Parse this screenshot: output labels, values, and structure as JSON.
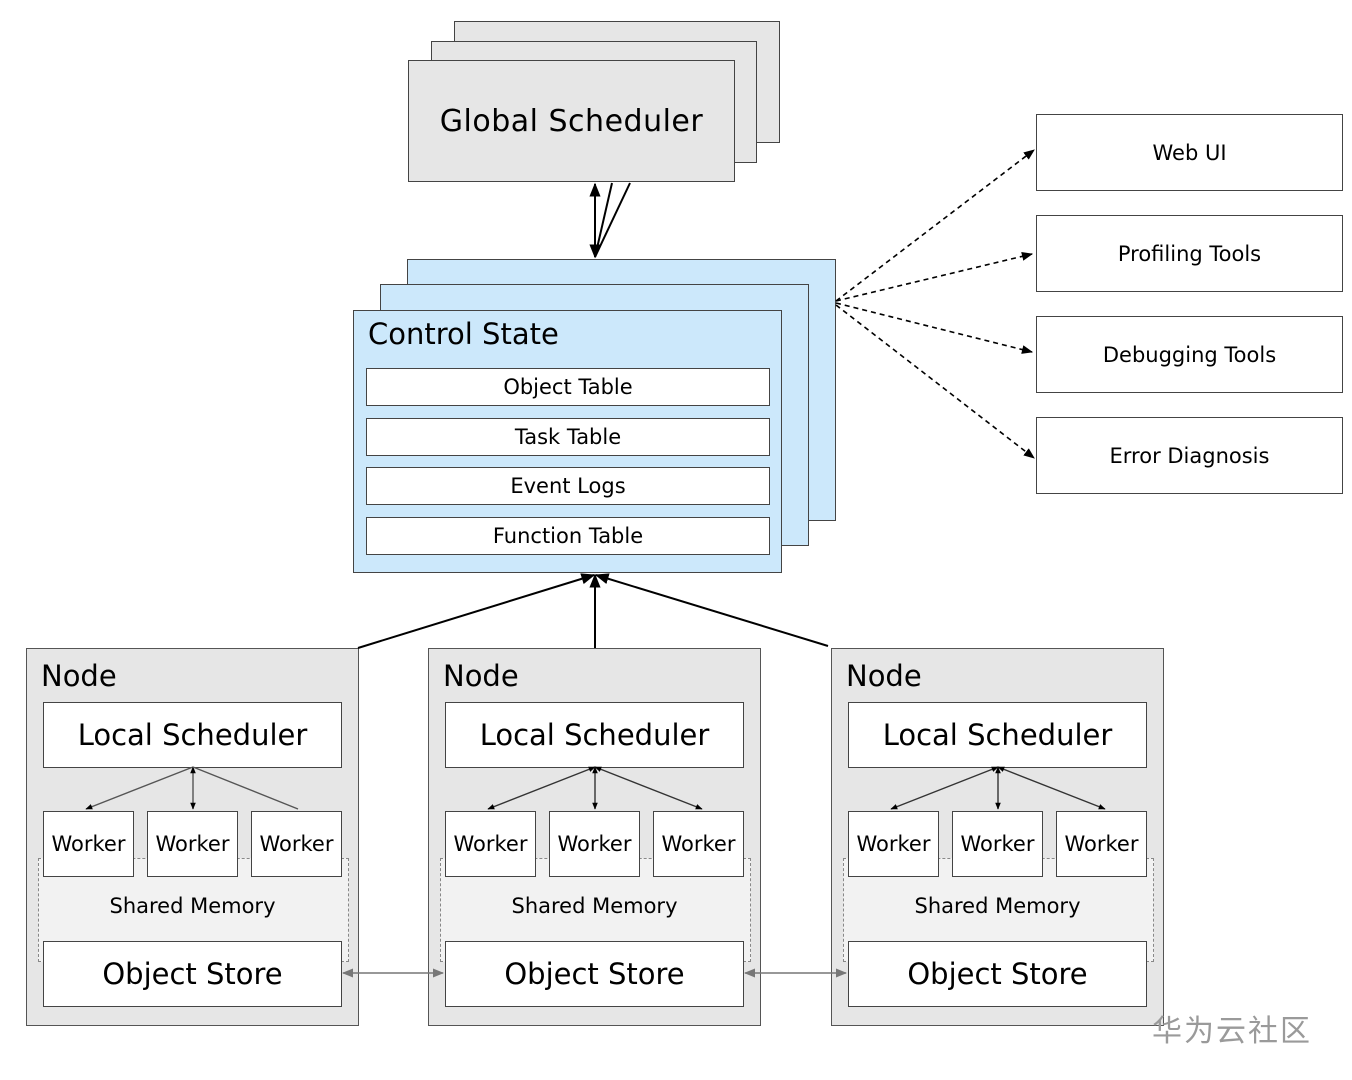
{
  "global_scheduler": {
    "label": "Global Scheduler"
  },
  "control_state": {
    "title": "Control State",
    "tables": [
      "Object Table",
      "Task Table",
      "Event Logs",
      "Function Table"
    ]
  },
  "tools": [
    "Web UI",
    "Profiling Tools",
    "Debugging Tools",
    "Error Diagnosis"
  ],
  "nodes": [
    {
      "title": "Node",
      "local_scheduler": "Local Scheduler",
      "workers": [
        "Worker",
        "Worker",
        "Worker"
      ],
      "shared_memory": "Shared Memory",
      "object_store": "Object Store"
    },
    {
      "title": "Node",
      "local_scheduler": "Local Scheduler",
      "workers": [
        "Worker",
        "Worker",
        "Worker"
      ],
      "shared_memory": "Shared Memory",
      "object_store": "Object Store"
    },
    {
      "title": "Node",
      "local_scheduler": "Local Scheduler",
      "workers": [
        "Worker",
        "Worker",
        "Worker"
      ],
      "shared_memory": "Shared Memory",
      "object_store": "Object Store"
    }
  ],
  "watermark": "华为云社区",
  "colors": {
    "scheduler_fill": "#e6e6e6",
    "control_state_fill": "#cce8fb",
    "node_fill": "#e6e6e6",
    "shared_memory_fill": "#f2f2f2"
  }
}
